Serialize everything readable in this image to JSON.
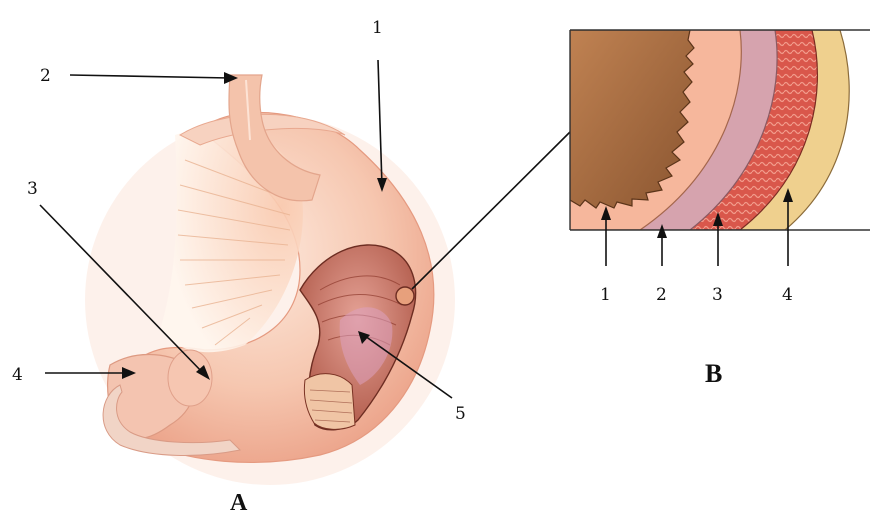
{
  "panel_a": {
    "caption": "A",
    "labels": [
      "1",
      "2",
      "3",
      "4",
      "5"
    ]
  },
  "panel_b": {
    "caption": "B",
    "layer_labels": [
      "1",
      "2",
      "3",
      "4"
    ]
  },
  "colors": {
    "stomach_outer": "#f2b49a",
    "stomach_highlight": "#fbe3d6",
    "esophagus": "#f4c3ab",
    "mucosa_interior": "#c8705a",
    "lumen_brown": "#a36a3e",
    "layer_mucosa": "#f6b79c",
    "layer_submucosa": "#d6a3ae",
    "layer_muscularis": "#d9574b",
    "layer_serosa": "#efd08e"
  }
}
